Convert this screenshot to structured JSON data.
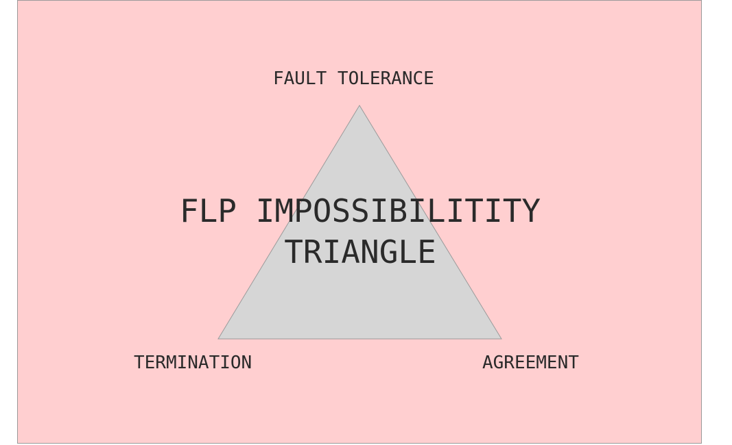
{
  "colors": {
    "background": "#ffcfd0",
    "triangle_fill": "#d6d6d6",
    "triangle_stroke": "#9a9a9a",
    "text": "#2a2a2a"
  },
  "diagram": {
    "title_line1": "FLP IMPOSSIBILITITY",
    "title_line2": "TRIANGLE",
    "top_label": "FAULT TOLERANCE",
    "left_label": "TERMINATION",
    "right_label": "AGREEMENT"
  }
}
